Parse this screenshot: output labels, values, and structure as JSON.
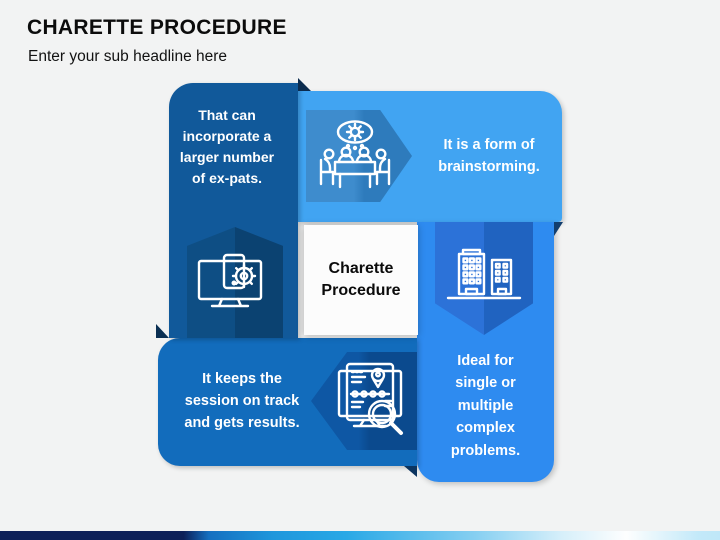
{
  "header": {
    "title": "CHARETTE PROCEDURE",
    "subtitle": "Enter your sub headline here"
  },
  "center_label": "Charette Procedure",
  "blocks": {
    "top_left": {
      "text": "That can incorporate a larger number of ex-pats.",
      "icon": "devices-gear-icon",
      "color": "#11599A"
    },
    "top": {
      "text": "It is a form of brainstorming.",
      "icon": "meeting-brainstorm-icon",
      "color": "#41A4F2"
    },
    "right": {
      "text": "Ideal for single or multiple complex problems.",
      "icon": "buildings-icon",
      "color": "#2E8BF0"
    },
    "bottom": {
      "text": "It keeps the session on track and gets results.",
      "icon": "route-search-icon",
      "color": "#126CBC"
    }
  },
  "footer_bar_colors": [
    "#0D2059",
    "#1A7CC9",
    "#29A8E6",
    "#FDFEFE",
    "#C3E9F9"
  ]
}
